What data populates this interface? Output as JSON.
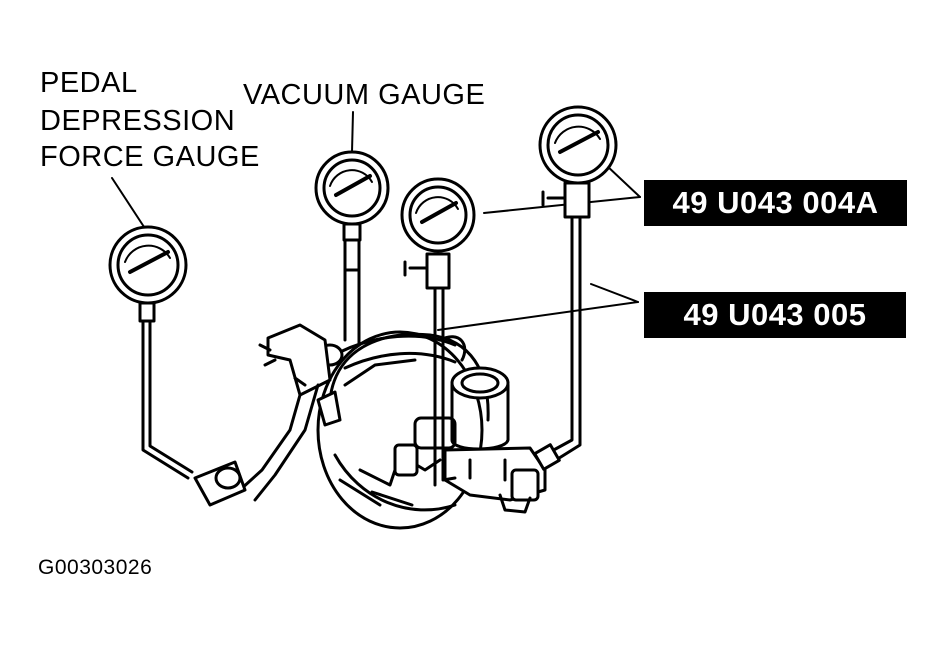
{
  "labels": {
    "pedal_line1": "PEDAL",
    "pedal_line2": "DEPRESSION",
    "pedal_line3": "FORCE GAUGE",
    "vacuum": "VACUUM GAUGE"
  },
  "tags": {
    "gauge_set": "49 U043 004A",
    "adapter": "49 U043 005"
  },
  "figure_id": "G00303026"
}
